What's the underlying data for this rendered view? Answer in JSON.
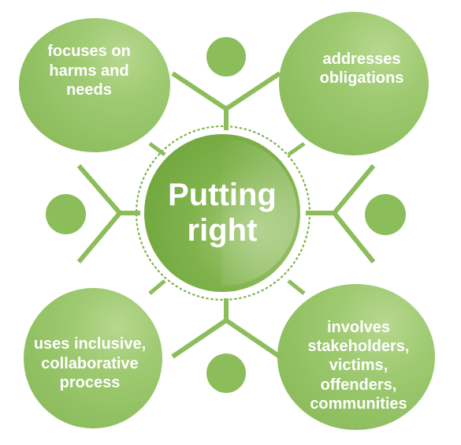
{
  "colors": {
    "line": "#8cbd5b",
    "dotted_ring": "#7fb24b",
    "text": "#ffffff"
  },
  "center": {
    "label": "Putting\nright"
  },
  "bubbles": [
    {
      "id": "top-left",
      "label": "focuses on\nharms and\nneeds"
    },
    {
      "id": "top-right",
      "label": "addresses\nobligations"
    },
    {
      "id": "bottom-left",
      "label": "uses inclusive,\ncollaborative\nprocess"
    },
    {
      "id": "bottom-right",
      "label": "involves\nstakeholders,\nvictims,\noffenders,\ncommunities"
    }
  ]
}
